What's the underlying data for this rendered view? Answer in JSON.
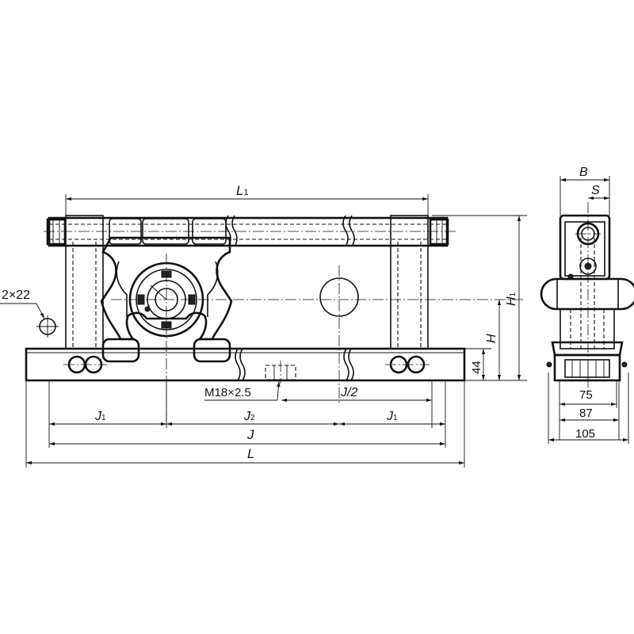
{
  "labels": {
    "L1": "L",
    "L1_sub": "1",
    "H1": "H",
    "H1_sub": "1",
    "H": "H",
    "dim_44": "44",
    "J_half": "J/2",
    "J1_left": "J",
    "J1_left_sub": "1",
    "J2": "J",
    "J2_sub": "2",
    "J1_right": "J",
    "J1_right_sub": "1",
    "J": "J",
    "L": "L",
    "bolt_holes": "2×22",
    "thread": "M18×2.5",
    "B": "B",
    "S": "S",
    "dim_75": "75",
    "dim_87": "87",
    "dim_105": "105"
  }
}
